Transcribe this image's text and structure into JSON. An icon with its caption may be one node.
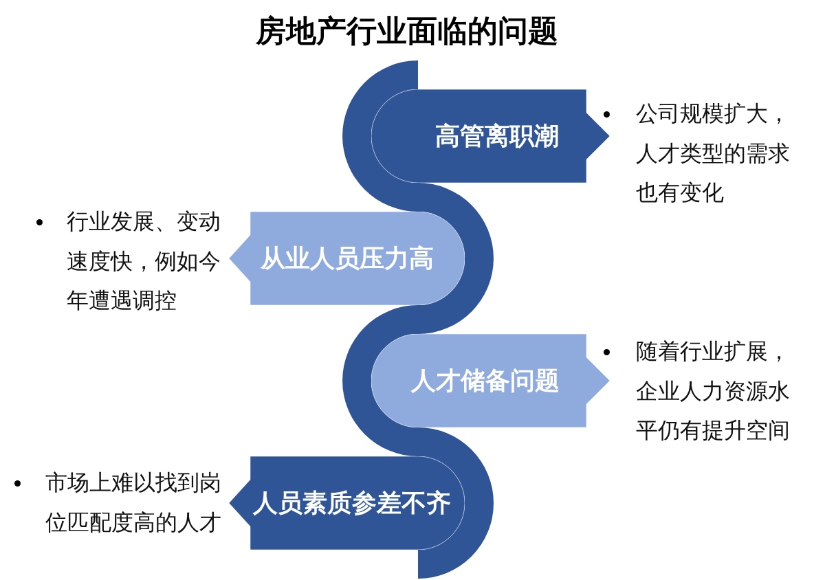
{
  "diagram": {
    "title": "房地产行业面临的问题",
    "nodes": [
      {
        "text": [],
        "shape": "ribbon"
      },
      {
        "text": [
          "高管离职潮"
        ],
        "beside": [
          "公司规模扩大，人才类型的需求也有变化"
        ]
      },
      {
        "text": [
          "从业人员压力高"
        ],
        "beside": [
          "行业发展、变动速度快，例如今年遭遇调控"
        ]
      },
      {
        "text": [
          "人才储备问题"
        ],
        "beside": [
          "随着行业扩展，企业人力资源水平仍有提升空间"
        ]
      },
      {
        "text": [
          "人员素质参差不齐"
        ],
        "beside": [
          "市场上难以找到岗位匹配度高的人才"
        ]
      }
    ]
  }
}
